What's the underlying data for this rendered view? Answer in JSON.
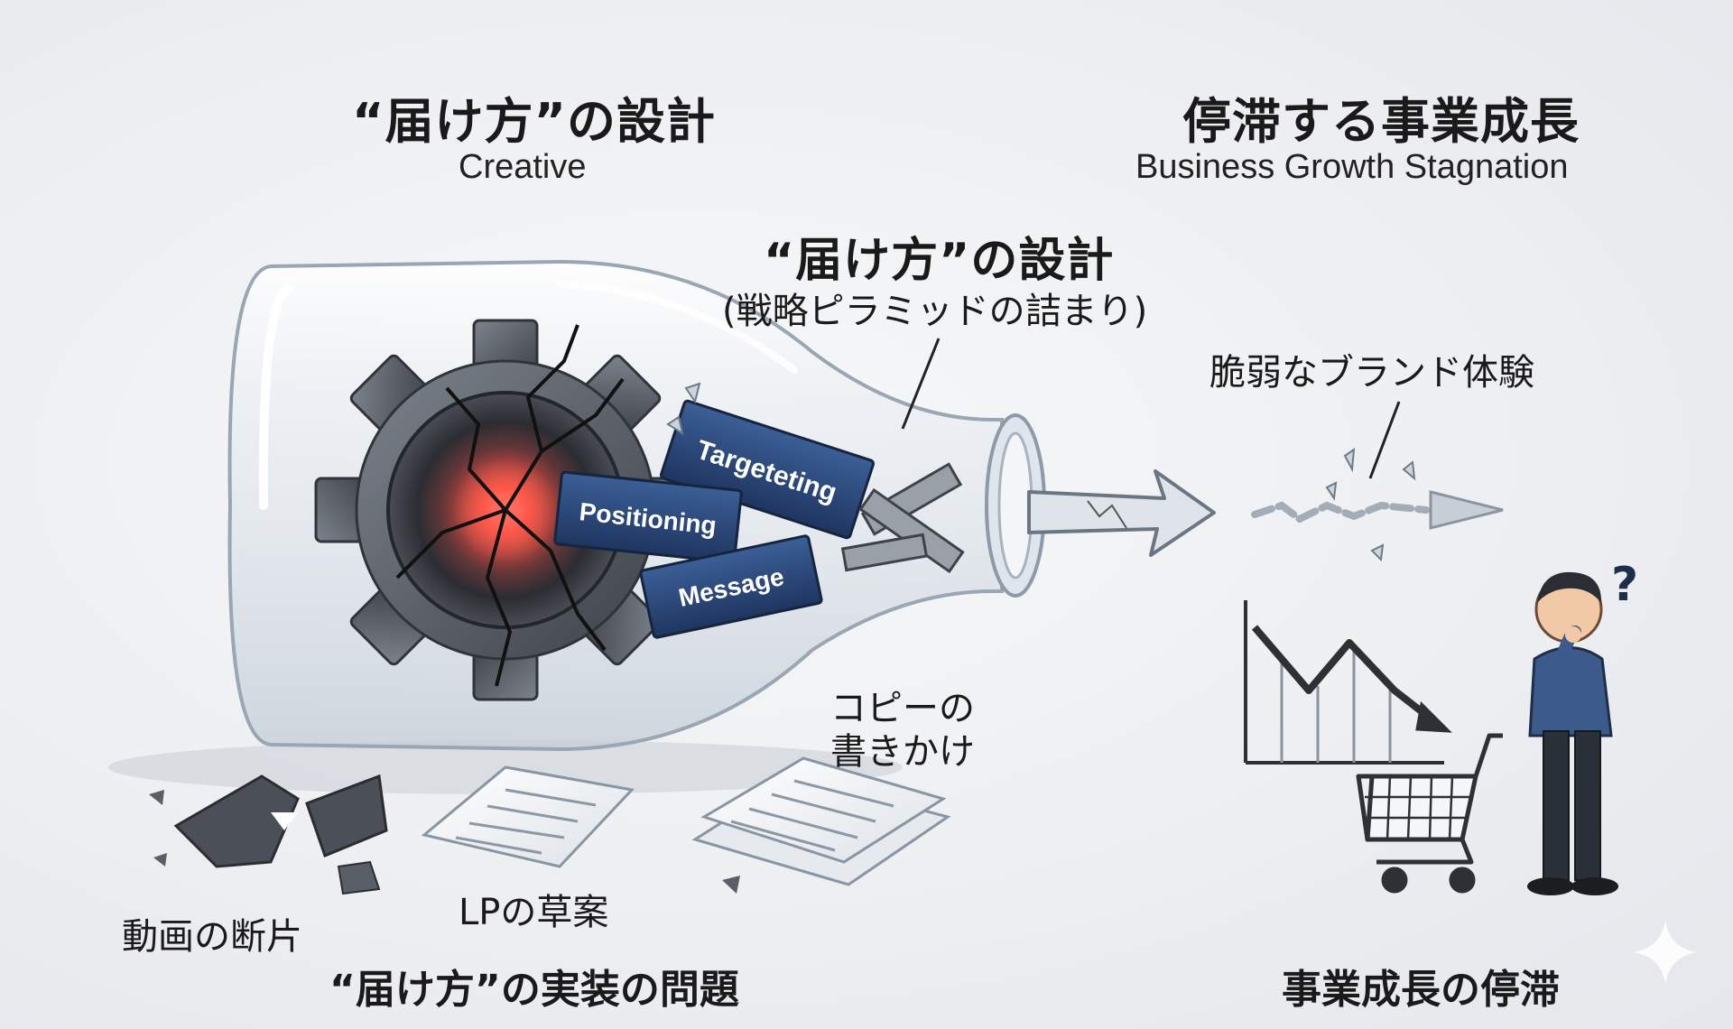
{
  "headings": {
    "left_title_jp": "“届け方”の設計",
    "left_title_en": "Creative",
    "right_title_jp": "停滞する事業成長",
    "right_title_en": "Business Growth Stagnation"
  },
  "bottle": {
    "neck_title": "“届け方”の設計",
    "neck_subtitle": "(戦略ピラミッドの詰まり)",
    "blocks": {
      "targeting": "Targeteting",
      "positioning": "Positioning",
      "message": "Message"
    }
  },
  "labels": {
    "brand_experience": "脆弱なブランド体験",
    "copy_draft_line1": "コピーの",
    "copy_draft_line2": "書きかけ",
    "lp_draft": "LPの草案",
    "video_fragment": "動画の断片",
    "implementation_problem": "“届け方”の実装の問題",
    "growth_stagnation": "事業成長の停滞"
  },
  "colors": {
    "block_navy": "#2e4a78",
    "glow_red": "#ff3b30",
    "gear_gray": "#4a4f57",
    "person_blue": "#3d5a8c"
  },
  "icons": [
    "bottle",
    "gear",
    "red-glow-core",
    "broken-arrow",
    "declining-chart",
    "shopping-cart",
    "confused-person",
    "question-mark",
    "broken-tablet",
    "paper-draft",
    "paper-stack"
  ]
}
